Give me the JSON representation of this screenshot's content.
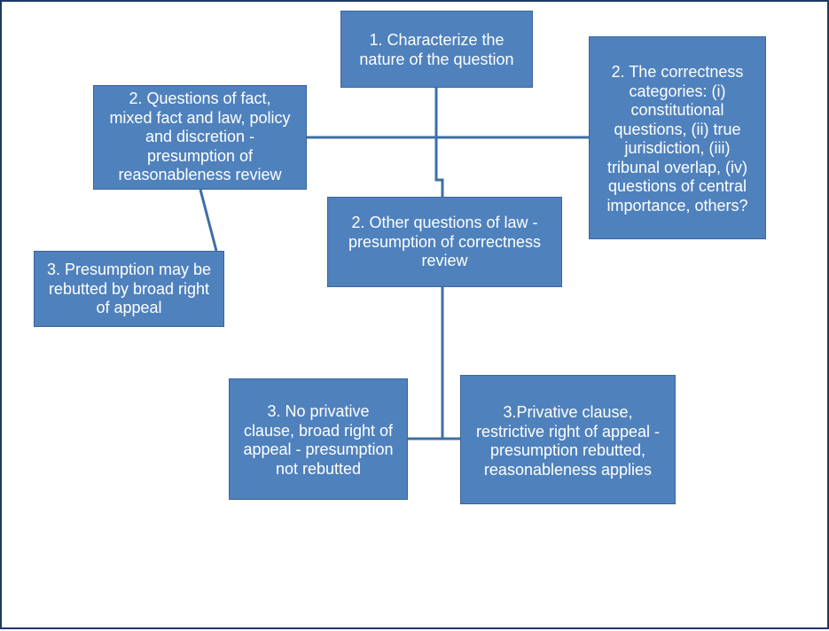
{
  "diagram": {
    "nodes": {
      "step1_characterize": "1. Characterize the\nnature of the question",
      "step2_fact_policy": "2. Questions of fact,\nmixed fact and law, policy\nand discretion -\npresumption of\nreasonableness review",
      "step2_correctness_categories": "2. The correctness\ncategories: (i)\nconstitutional\nquestions, (ii) true\njurisdiction, (iii)\ntribunal overlap, (iv)\nquestions of central\nimportance, others?",
      "step2_other_law": "2. Other questions of law -\npresumption of correctness\nreview",
      "step3_rebutted_broad_appeal": "3. Presumption may be\nrebutted by broad right\nof appeal",
      "step3_no_privative": "3. No privative\nclause, broad right of\nappeal - presumption\nnot rebutted",
      "step3_privative": "3.Privative clause,\nrestrictive right of appeal -\npresumption rebutted,\nreasonableness applies"
    },
    "colors": {
      "box_fill": "#4f81bd",
      "connector": "#3f6ea5",
      "frame_border": "#1f3864",
      "text": "#ffffff"
    }
  }
}
